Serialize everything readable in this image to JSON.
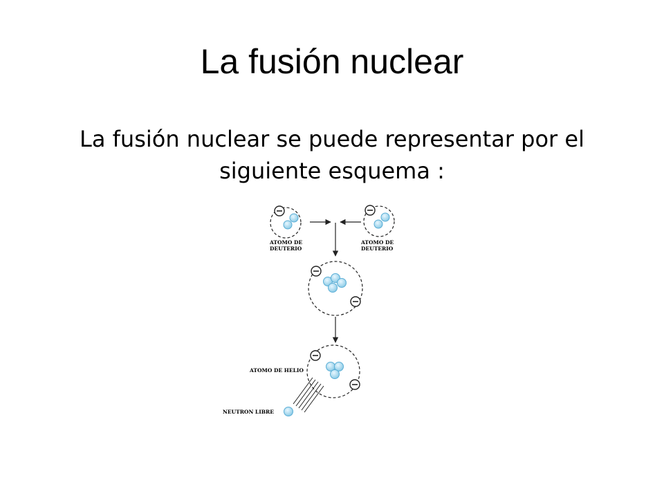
{
  "slide": {
    "title": "La fusión nuclear",
    "subtitle": "La fusión nuclear se puede representar por el siguiente esquema :"
  },
  "diagram": {
    "deuterium_left": [
      "ATOMO DE",
      "DEUTERIO"
    ],
    "deuterium_right": [
      "ATOMO DE",
      "DEUTERIO"
    ],
    "helium_label": "ATOMO DE HELIO",
    "neutron_label": "NEUTRON LIBRE",
    "colors": {
      "nucleon": "#a8d8ee",
      "nucleon_stroke": "#5aaed6",
      "line": "#222222"
    },
    "icons": [
      "electron-icon",
      "nucleon-icon",
      "arrow-down-icon",
      "arrow-right-icon",
      "arrow-left-icon"
    ]
  }
}
